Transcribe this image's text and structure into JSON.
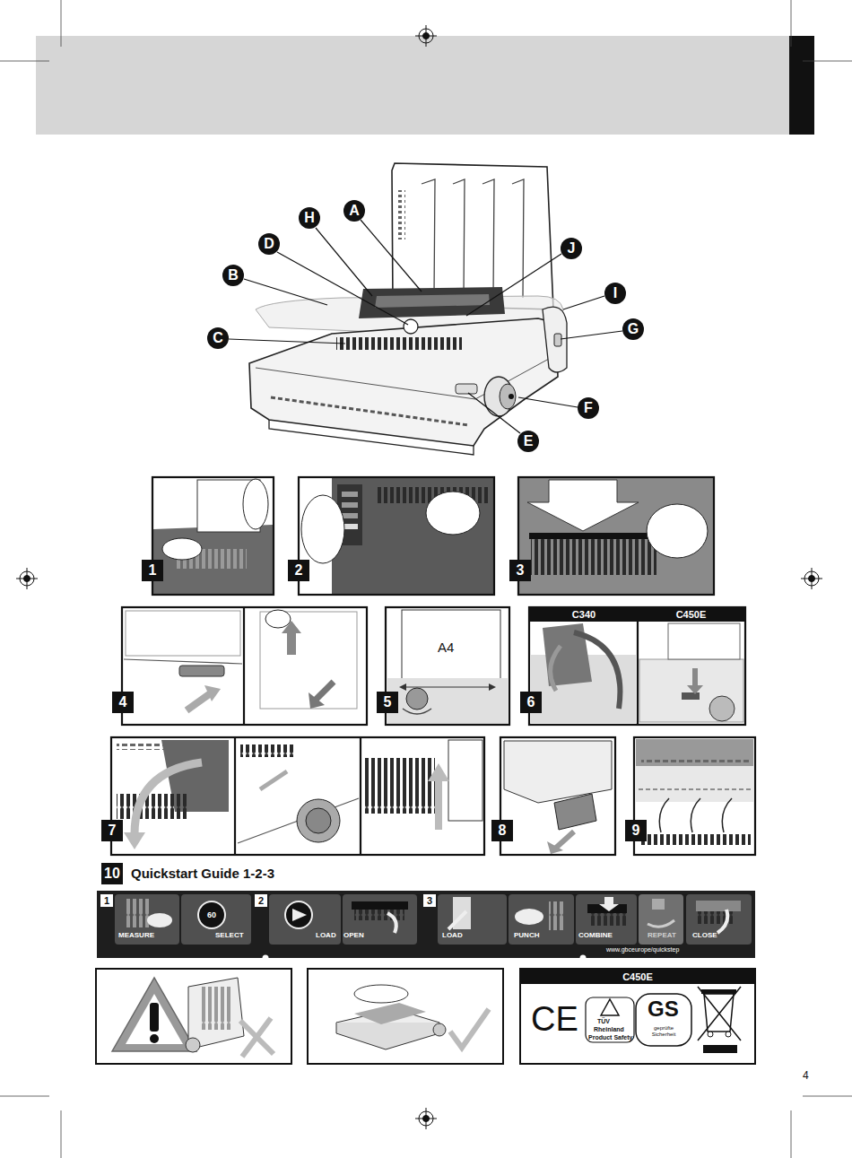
{
  "diagram": {
    "nodes": [
      {
        "text": [
          "A"
        ]
      },
      {
        "text": [
          "H"
        ]
      },
      {
        "text": [
          "D"
        ]
      },
      {
        "text": [
          "B"
        ]
      },
      {
        "text": [
          "C"
        ]
      },
      {
        "text": [
          "J"
        ]
      },
      {
        "text": [
          "I"
        ]
      },
      {
        "text": [
          "G"
        ]
      },
      {
        "text": [
          "F"
        ]
      },
      {
        "text": [
          "E"
        ]
      },
      {
        "text": [
          "1"
        ]
      },
      {
        "text": [
          "2"
        ]
      },
      {
        "text": [
          "3"
        ]
      },
      {
        "text": [
          "4"
        ]
      },
      {
        "text": [
          "5"
        ]
      },
      {
        "text": [
          "6"
        ]
      },
      {
        "text": [
          "C340"
        ]
      },
      {
        "text": [
          "C450E"
        ]
      },
      {
        "text": [
          "7"
        ]
      },
      {
        "text": [
          "8"
        ]
      },
      {
        "text": [
          "9"
        ]
      },
      {
        "text": [
          "10"
        ]
      },
      {
        "text": [
          "MEASURE",
          "SELECT",
          "LOAD",
          "OPEN",
          "LOAD",
          "PUNCH",
          "COMBINE",
          "REPEAT",
          "CLOSE",
          "www.gbceurope/quickstep"
        ]
      },
      {
        "text": [
          "1"
        ],
        "in": 22
      },
      {
        "text": [
          "2"
        ],
        "in": 22
      },
      {
        "text": [
          "3"
        ],
        "in": 22
      },
      {
        "text": [
          "C450E"
        ]
      }
    ],
    "labels": [
      "A4",
      "Quickstart Guide 1-2-3",
      "60",
      "CE",
      "TÜV",
      "Rheinland",
      "Product Safety",
      "GS",
      "geprüfte Sicherheit",
      "4"
    ]
  }
}
